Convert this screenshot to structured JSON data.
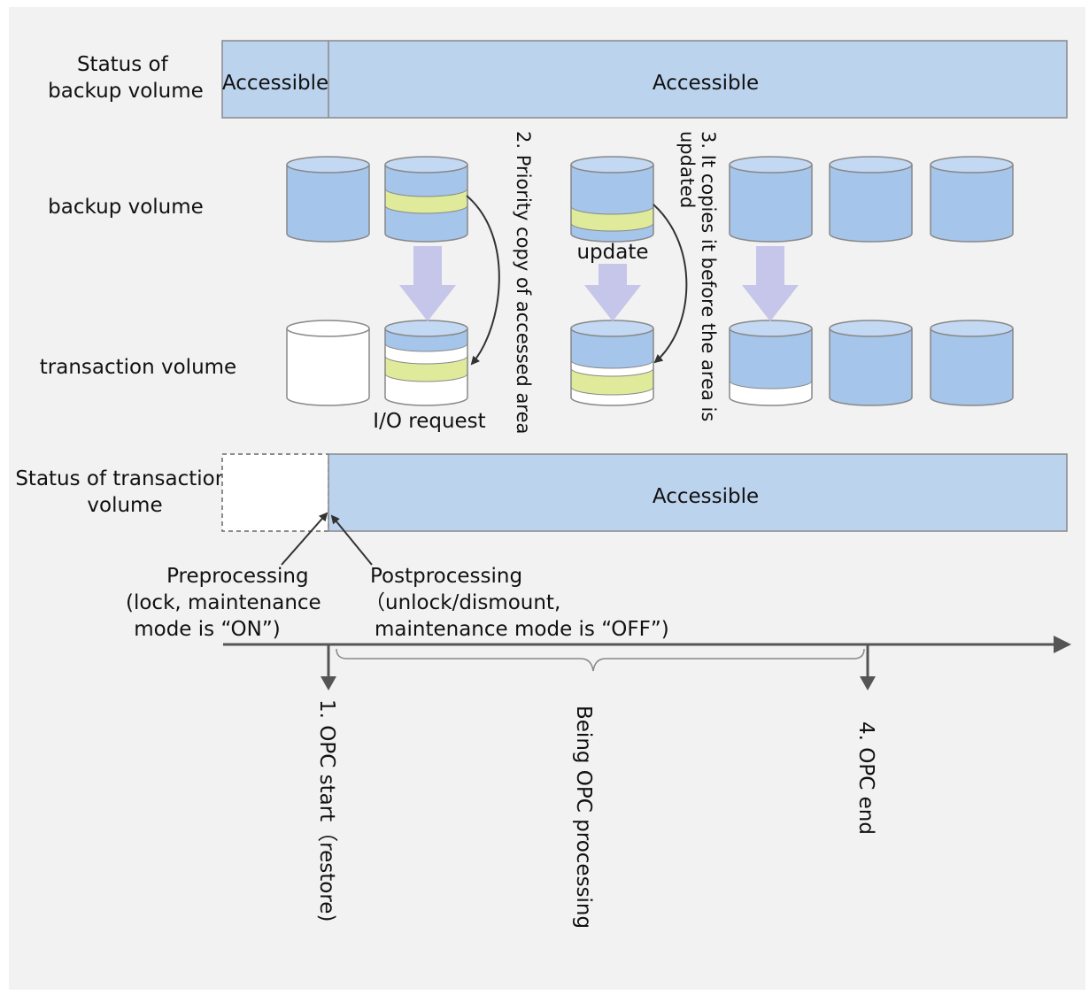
{
  "rows": {
    "backup_status": [
      "Status of",
      "backup volume"
    ],
    "backup_volume": "backup volume",
    "transaction_volume": "transaction volume",
    "transaction_status": [
      "Status of transaction",
      "volume"
    ]
  },
  "bars": {
    "backup_segment_1": "Accessible",
    "backup_segment_2": "Accessible",
    "transaction_segment": "Accessible"
  },
  "annotations": {
    "io_request": "I/O request",
    "update": "update",
    "step2": "2. Priority copy of accessed area",
    "step3": [
      "3. It copies it before the area is",
      "updated"
    ]
  },
  "processing": {
    "pre": [
      "Preprocessing",
      "(lock, maintenance",
      "mode is “ON”)"
    ],
    "post": [
      "Postprocessing",
      "（unlock/dismount,",
      "maintenance mode is “OFF”)"
    ]
  },
  "timeline": {
    "step1": "1. OPC start（restore)",
    "middle": "Being OPC processing",
    "step4": "4. OPC end"
  },
  "colors": {
    "bar_fill": "#bcd3ee",
    "volume_fill": "#a5c5ea",
    "volume_top": "#c3d8f2",
    "copied_band": "#dfea9a",
    "down_arrow": "#c6c6ea",
    "background_panel": "#f2f2f2",
    "line": "#555555"
  }
}
